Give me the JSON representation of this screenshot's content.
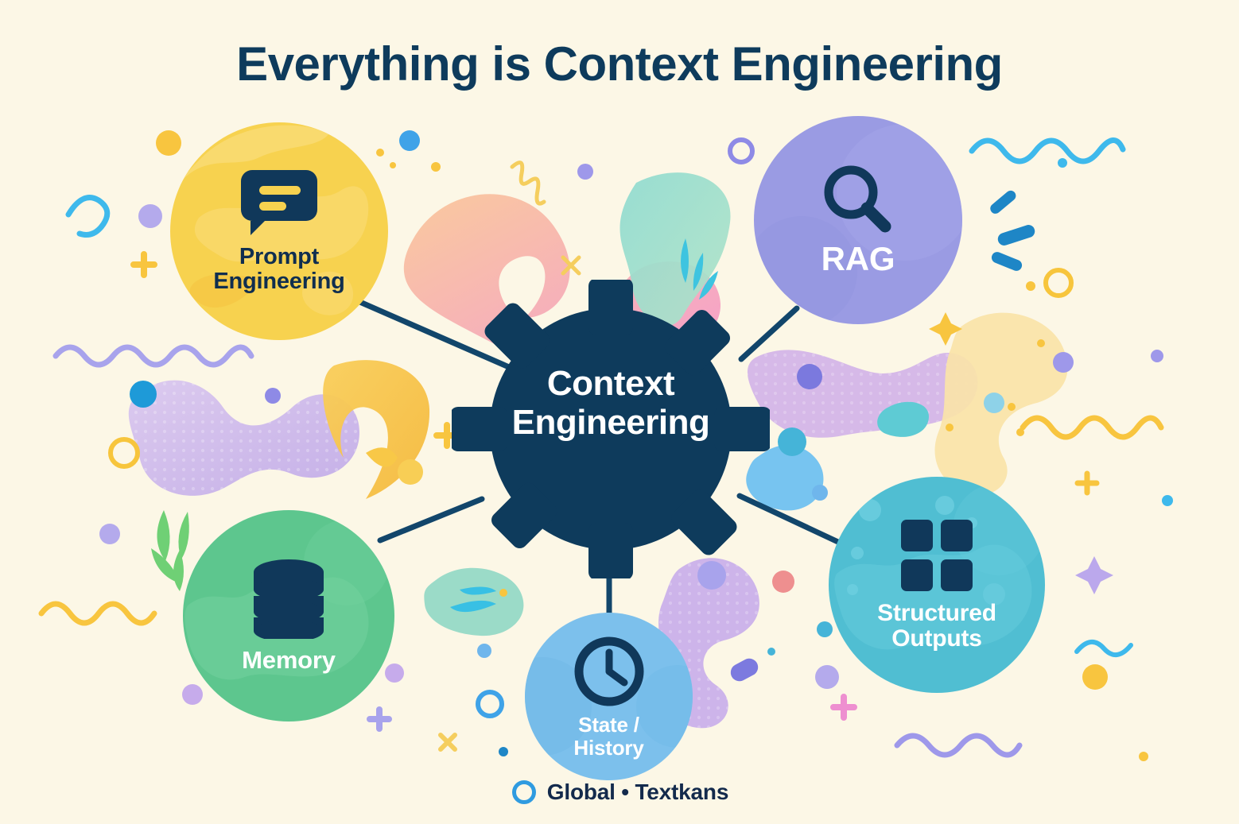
{
  "page": {
    "title": "Everything is Context Engineering",
    "background_color": "#FCF7E6",
    "ink_color": "#0E3B5C"
  },
  "center": {
    "icon": "gear-icon",
    "label_line1": "Context",
    "label_line2": "Engineering",
    "color": "#0E3B5C",
    "text_color": "#FFFFFF"
  },
  "nodes": [
    {
      "id": "prompt-engineering",
      "icon": "speech-bubble-icon",
      "label_line1": "Prompt",
      "label_line2": "Engineering",
      "color": "#F7D24F",
      "text_color": "#102E4F"
    },
    {
      "id": "rag",
      "icon": "magnifier-icon",
      "label_line1": "RAG",
      "label_line2": "",
      "color": "#9A9BE3",
      "text_color": "#FFFFFF"
    },
    {
      "id": "memory",
      "icon": "database-icon",
      "label_line1": "Memory",
      "label_line2": "",
      "color": "#5DC68E",
      "text_color": "#FFFFFF"
    },
    {
      "id": "state-history",
      "icon": "clock-icon",
      "label_line1": "State /",
      "label_line2": "History",
      "color": "#7CC0EC",
      "text_color": "#FFFFFF"
    },
    {
      "id": "structured-outputs",
      "icon": "grid-squares-icon",
      "label_line1": "Structured",
      "label_line2": "Outputs",
      "color": "#50BED2",
      "text_color": "#FFFFFF"
    }
  ],
  "footer": {
    "icon": "ring-icon",
    "icon_color": "#2F9BE0",
    "text": "Global • Textkans",
    "text_color": "#132A4C"
  },
  "palette": {
    "cream": "#FCF7E6",
    "navy": "#0E3B5C",
    "yellow": "#F7D24F",
    "yellow_soft": "#FAE2A4",
    "purple": "#9A9BE3",
    "lavender": "#C4AEE8",
    "green": "#5DC68E",
    "mint": "#8FD9C8",
    "sky": "#7CC0EC",
    "teal": "#50BED2",
    "cyan": "#35BBEC",
    "blue": "#1E92D0",
    "pink": "#F5A2C8",
    "peach": "#F9BE95",
    "coral": "#EE8F8F"
  }
}
